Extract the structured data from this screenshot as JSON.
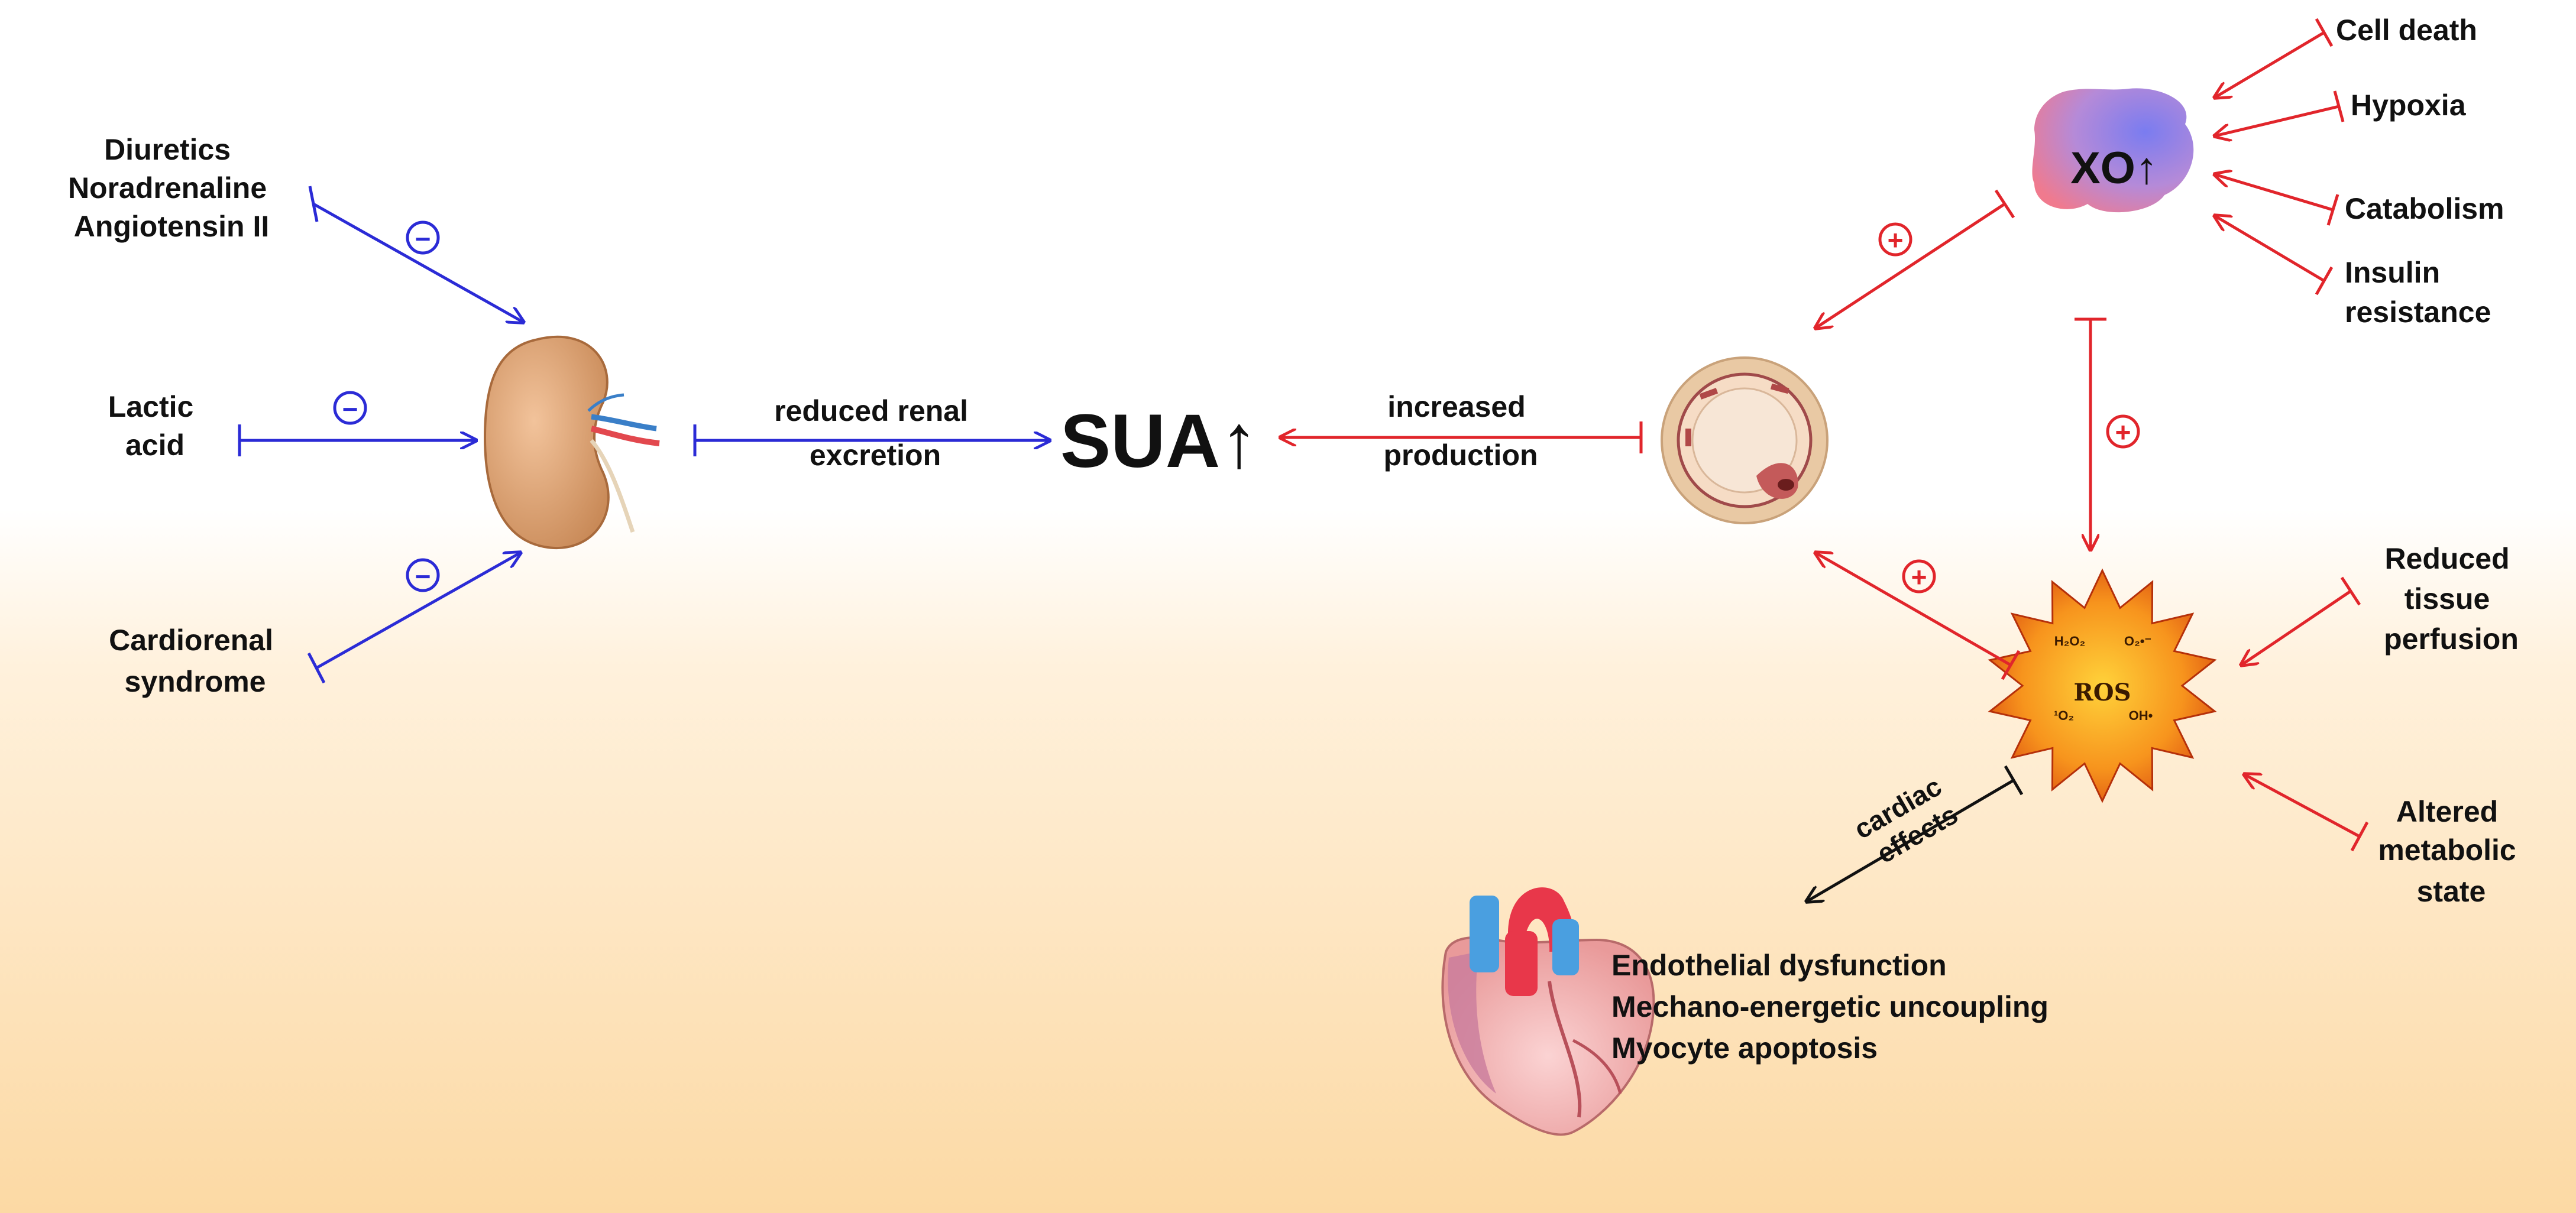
{
  "colors": {
    "inhibit": "#2b2bd6",
    "stimulate": "#e1252b",
    "cardiac": "#111111",
    "bg_top": "#ffffff",
    "bg_bottom": "#fcd9a4"
  },
  "left_inputs": [
    {
      "lines": [
        "Diuretics",
        "Noradrenaline",
        "Angiotensin II"
      ],
      "sign": "−"
    },
    {
      "lines": [
        "Lactic",
        "acid"
      ],
      "sign": "−"
    },
    {
      "lines": [
        "Cardiorenal",
        "syndrome"
      ],
      "sign": "−"
    }
  ],
  "kidney": {
    "icon": "kidney-icon"
  },
  "renal_path": {
    "lines": [
      "reduced renal",
      "excretion"
    ]
  },
  "center": {
    "label": "SUA↑"
  },
  "production_path": {
    "lines": [
      "increased",
      "production"
    ]
  },
  "vessel": {
    "icon": "blood-vessel-icon"
  },
  "xo": {
    "label": "XO↑"
  },
  "xo_inputs": [
    "Cell death",
    "Hypoxia",
    "Catabolism",
    [
      "Insulin",
      "resistance"
    ]
  ],
  "ros": {
    "label": "ROS",
    "species": [
      "H₂O₂",
      "O₂•⁻",
      "¹O₂",
      "OH•"
    ]
  },
  "ros_inputs": [
    [
      "Reduced",
      "tissue",
      "perfusion"
    ],
    [
      "Altered",
      "metabolic",
      "state"
    ]
  ],
  "plus_sign": "+",
  "cardiac_path": {
    "lines": [
      "cardiac",
      "effects"
    ]
  },
  "heart": {
    "icon": "heart-icon"
  },
  "cardiac_outcomes": [
    "Endothelial dysfunction",
    "Mechano-energetic uncoupling",
    "Myocyte apoptosis"
  ]
}
